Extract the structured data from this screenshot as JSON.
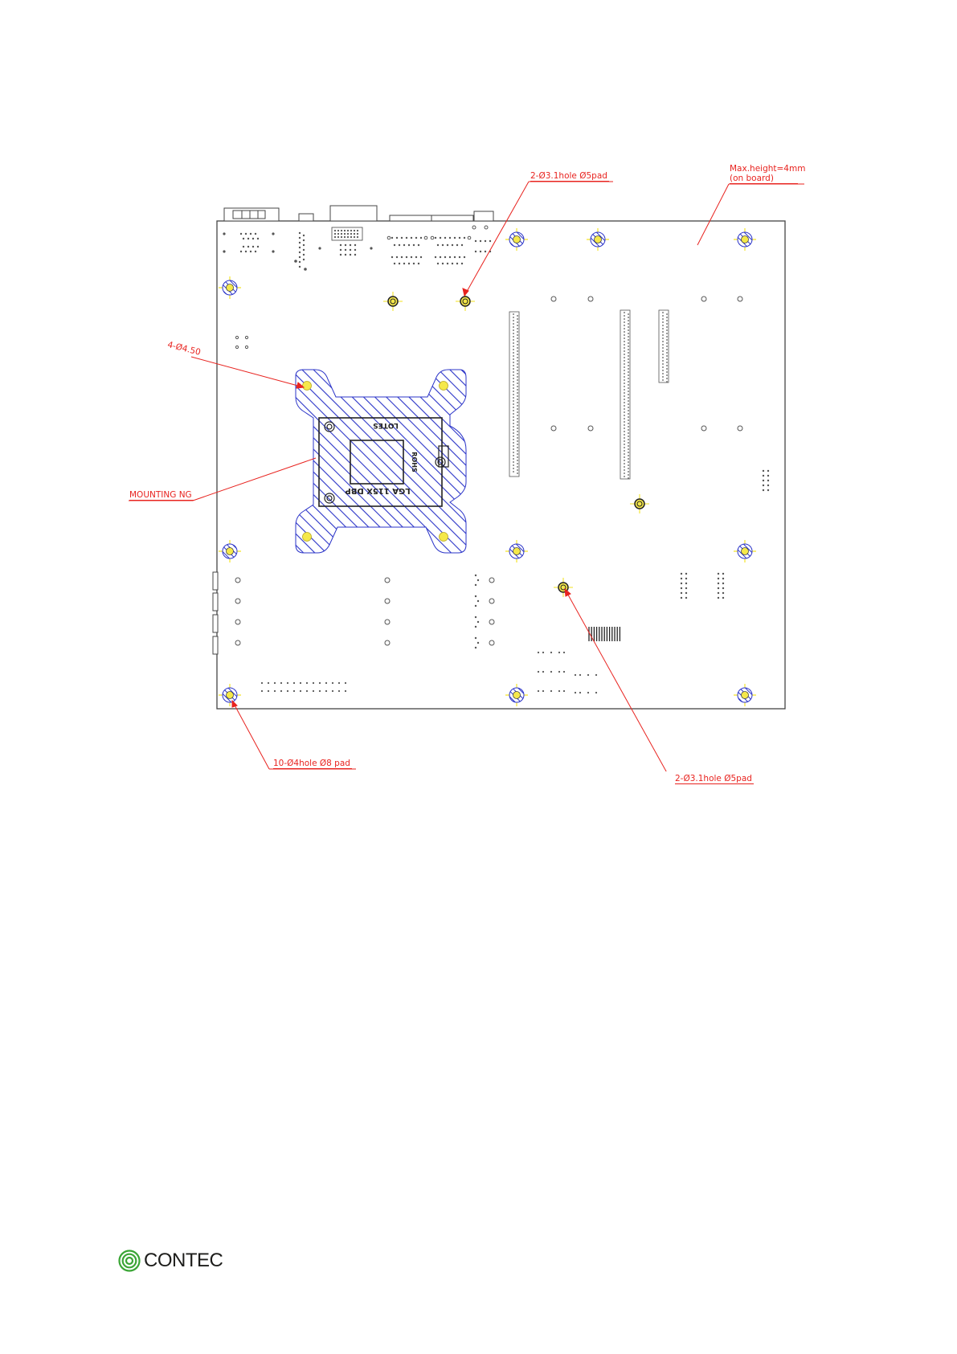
{
  "callouts": {
    "top_small_holes": "2-Ø3.1hole Ø5pad",
    "max_height": "Max.height=4mm",
    "on_board": "(on board)",
    "cpu_holes": "4-Ø4.50",
    "mounting_ng": "MOUNTING NG",
    "board_holes": "10-Ø4hole Ø8 pad",
    "bottom_small_holes": "2-Ø3.1hole Ø5pad"
  },
  "socket_labels": {
    "top": "LOTES",
    "middle": "LGA 115X DBP",
    "side": "ROHS"
  },
  "footer": {
    "brand": "CONTEC"
  },
  "colors": {
    "callout_red": "#e8231f",
    "hatch_blue": "#2b34c8",
    "hole_yellow": "#f5e84a",
    "outline": "#333333"
  }
}
